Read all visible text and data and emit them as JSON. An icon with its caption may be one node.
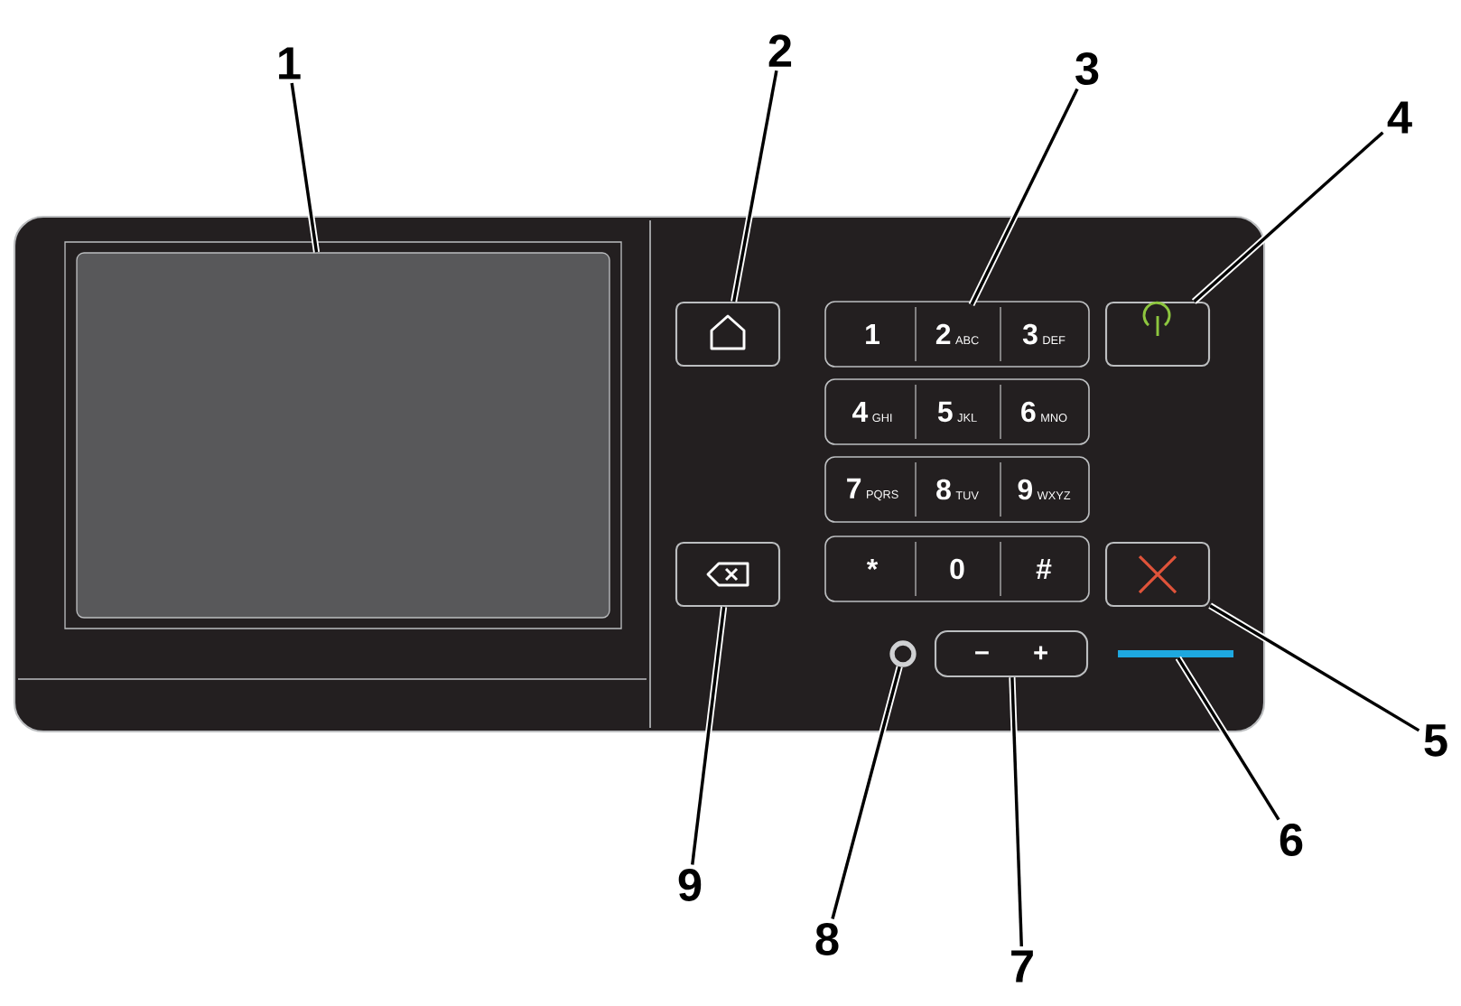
{
  "diagram": {
    "nodes": [
      {
        "text": [
          "1"
        ]
      },
      {
        "text": [
          "2"
        ]
      },
      {
        "text": [
          "3"
        ]
      },
      {
        "text": [
          "4"
        ]
      },
      {
        "text": [],
        "shape": "box"
      },
      {
        "text": [],
        "shape": "box"
      },
      {
        "text": [
          "1"
        ]
      },
      {
        "text": [
          "2",
          "ABC"
        ]
      },
      {
        "text": [
          "3",
          "DEF"
        ]
      },
      {
        "text": [],
        "shape": "box"
      },
      {
        "text": [
          "4",
          "GHI"
        ]
      },
      {
        "text": [
          "5",
          "JKL"
        ]
      },
      {
        "text": [
          "6",
          "MNO"
        ]
      },
      {
        "text": [
          "7",
          "PQRS"
        ]
      },
      {
        "text": [
          "8",
          "TUV"
        ]
      },
      {
        "text": [
          "9",
          "WXYZ"
        ]
      },
      {
        "text": [],
        "shape": "box"
      },
      {
        "text": [
          "*"
        ]
      },
      {
        "text": [
          "0"
        ]
      },
      {
        "text": [
          "#"
        ]
      },
      {
        "text": [],
        "shape": "box"
      },
      {
        "text": [],
        "shape": "circle"
      },
      {
        "text": [
          "−",
          "+"
        ]
      },
      {
        "text": [],
        "shape": "bar"
      },
      {
        "text": [
          "5"
        ]
      },
      {
        "text": [
          "9"
        ]
      },
      {
        "text": [
          "6"
        ]
      },
      {
        "text": [
          "8"
        ]
      },
      {
        "text": [
          "7"
        ]
      }
    ],
    "edges": [
      {
        "from": 0,
        "to": 4,
        "arrow": "none"
      },
      {
        "from": 1,
        "to": 5,
        "arrow": "none"
      },
      {
        "from": 2,
        "to": 7,
        "arrow": "none"
      },
      {
        "from": 3,
        "to": 9,
        "arrow": "none"
      },
      {
        "from": 24,
        "to": 20,
        "arrow": "none"
      },
      {
        "from": 26,
        "to": 23,
        "arrow": "none"
      },
      {
        "from": 28,
        "to": 22,
        "arrow": "none"
      },
      {
        "from": 27,
        "to": 21,
        "arrow": "none"
      },
      {
        "from": 25,
        "to": 16,
        "arrow": "none"
      }
    ]
  }
}
